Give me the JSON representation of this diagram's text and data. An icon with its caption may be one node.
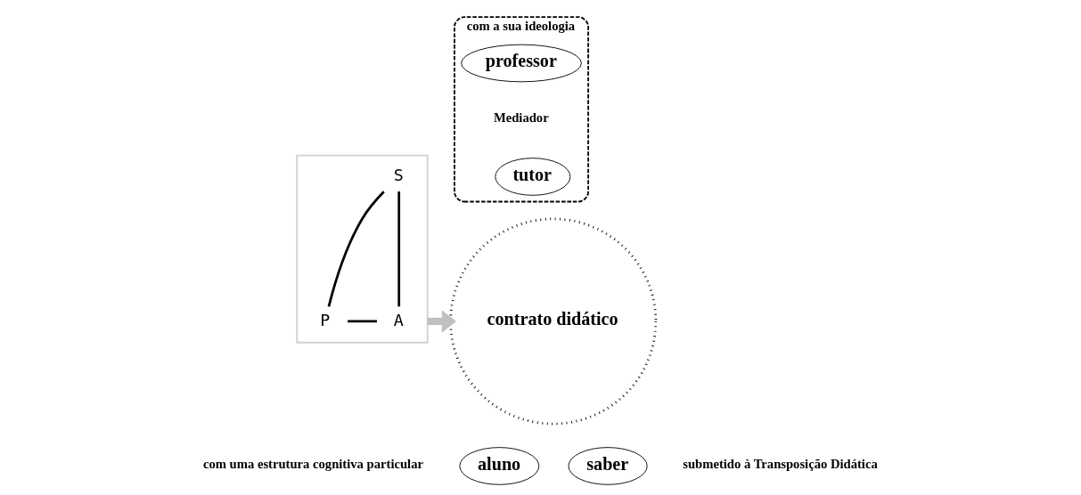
{
  "diagram": {
    "nodes": [
      {
        "text": [],
        "shape": "box"
      },
      {
        "text": [
          "S"
        ],
        "in": 0
      },
      {
        "text": [
          "P"
        ],
        "in": 0
      },
      {
        "text": [
          "A"
        ],
        "in": 0
      },
      {
        "text": [
          "com a sua ideologia"
        ]
      },
      {
        "text": [
          "professor"
        ],
        "in": 4
      },
      {
        "text": [
          "tutor"
        ],
        "in": 4,
        "beside": [
          "Mediador"
        ]
      },
      {
        "text": [
          "contrato didático"
        ]
      },
      {
        "text": [
          "aluno"
        ],
        "beside": [
          "com uma estrutura cognitiva particular"
        ]
      },
      {
        "text": [
          "saber"
        ],
        "beside": [
          "submetido à Transposição Didática"
        ]
      }
    ],
    "edges": [
      {
        "from": 1,
        "to": 2,
        "arrow": "none"
      },
      {
        "from": 1,
        "to": 3,
        "arrow": "none"
      },
      {
        "from": 2,
        "to": 3,
        "arrow": "none"
      },
      {
        "from": 0,
        "to": 7,
        "arrow": "to",
        "style": "thick",
        "color": "#c0c0c0"
      }
    ]
  }
}
